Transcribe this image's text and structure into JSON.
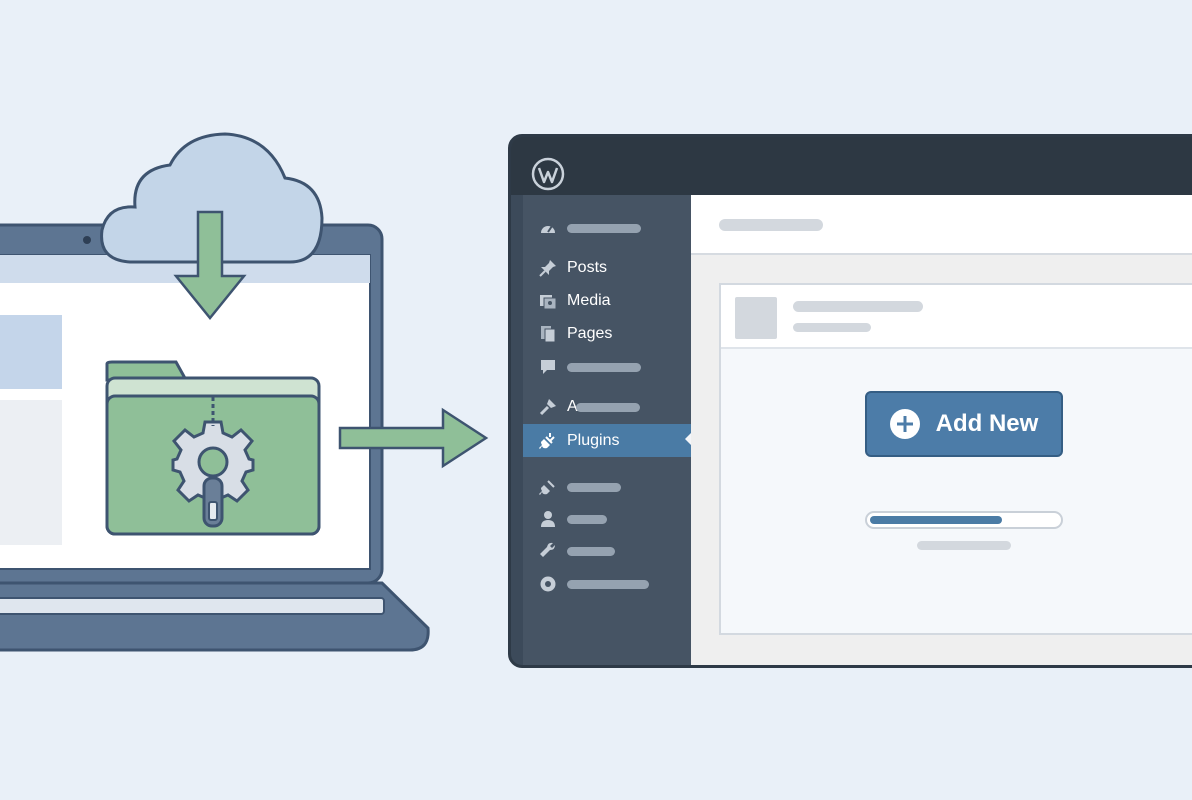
{
  "sidebar": {
    "items": [
      {
        "icon": "dashboard-icon",
        "label": ""
      },
      {
        "icon": "pin-icon",
        "label": "Posts"
      },
      {
        "icon": "media-icon",
        "label": "Media"
      },
      {
        "icon": "pages-icon",
        "label": "Pages"
      },
      {
        "icon": "comment-icon",
        "label": ""
      },
      {
        "icon": "appearance-icon",
        "label": "A"
      },
      {
        "icon": "plugin-icon",
        "label": "Plugins",
        "active": true
      },
      {
        "icon": "plugin-icon",
        "label": ""
      },
      {
        "icon": "user-icon",
        "label": ""
      },
      {
        "icon": "wrench-icon",
        "label": ""
      },
      {
        "icon": "settings-icon",
        "label": ""
      }
    ]
  },
  "main": {
    "add_new_label": "Add New",
    "upload_progress": 0.7
  },
  "colors": {
    "accent": "#4a7ba5",
    "sidebar": "#465464",
    "topbar": "#2d3843",
    "illustration_green": "#8fbf98"
  }
}
